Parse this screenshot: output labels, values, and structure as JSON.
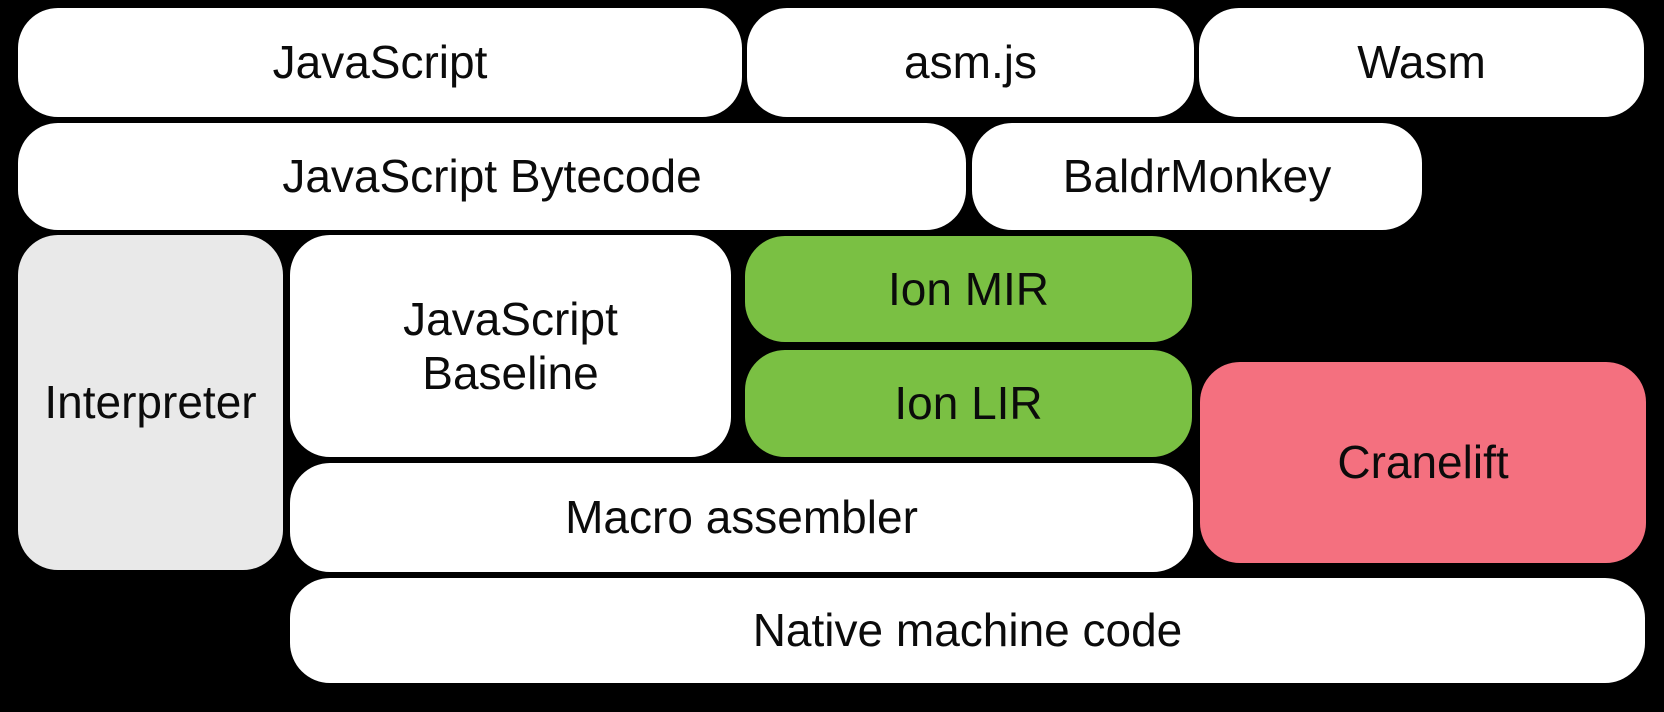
{
  "diagram": {
    "description": "Compiler pipeline block diagram",
    "background_color": "#000000",
    "text_color": "#0b0b0b",
    "colors": {
      "white_block": "#ffffff",
      "gray_block": "#e9e9e9",
      "green_block": "#7ac043",
      "pink_block": "#f4707f"
    },
    "blocks": [
      {
        "id": "javascript",
        "label": "JavaScript",
        "color": "#ffffff"
      },
      {
        "id": "asmjs",
        "label": "asm.js",
        "color": "#ffffff"
      },
      {
        "id": "wasm",
        "label": "Wasm",
        "color": "#ffffff"
      },
      {
        "id": "js-bytecode",
        "label": "JavaScript Bytecode",
        "color": "#ffffff"
      },
      {
        "id": "baldrmonkey",
        "label": "BaldrMonkey",
        "color": "#ffffff"
      },
      {
        "id": "interpreter",
        "label": "Interpreter",
        "color": "#e9e9e9"
      },
      {
        "id": "js-baseline",
        "label": "JavaScript\nBaseline",
        "color": "#ffffff"
      },
      {
        "id": "ion-mir",
        "label": "Ion MIR",
        "color": "#7ac043"
      },
      {
        "id": "ion-lir",
        "label": "Ion LIR",
        "color": "#7ac043"
      },
      {
        "id": "cranelift",
        "label": "Cranelift",
        "color": "#f4707f"
      },
      {
        "id": "macro-assembler",
        "label": "Macro assembler",
        "color": "#ffffff"
      },
      {
        "id": "native-machine-code",
        "label": "Native machine code",
        "color": "#ffffff"
      }
    ]
  }
}
